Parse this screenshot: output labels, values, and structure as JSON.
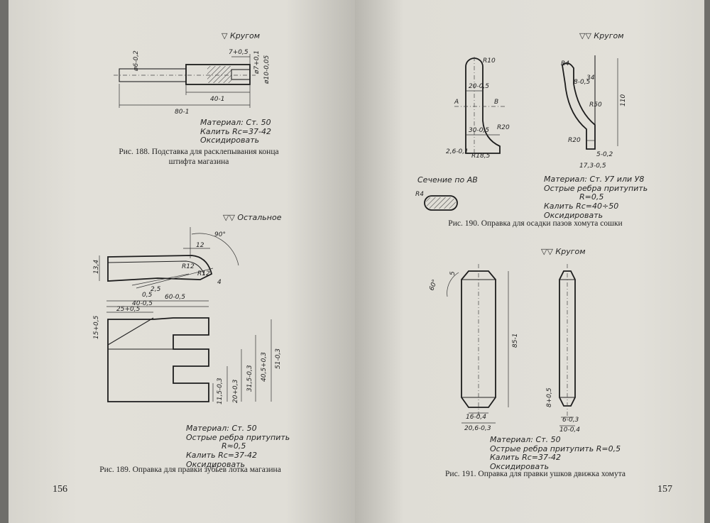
{
  "pages": {
    "left_number": "156",
    "right_number": "157"
  },
  "fig188": {
    "finish": "▽ Кругом",
    "caption": "Рис. 188. Подставка для расклепывания конца штифта магазина",
    "notes": [
      "Материал: Ст. 50",
      "Калить Rc=37-42",
      "Оксидировать"
    ],
    "dims": [
      "ø6-0,2",
      "7+0,5",
      "40-1",
      "80-1",
      "ø7+0,1",
      "ø10-0,05"
    ]
  },
  "fig189": {
    "finish": "▽▽ Остальное",
    "caption": "Рис. 189. Оправка для правки зубьев лотка магазина",
    "notes": [
      "Материал: Ст. 50",
      "Острые ребра притупить",
      "R≈0,5",
      "Калить Rc=37-42",
      "Оксидировать"
    ],
    "dims": [
      "90°",
      "12",
      "13,4",
      "R12",
      "R12",
      "2,5",
      "0,5",
      "40-0,5",
      "25+0,5",
      "60-0,5",
      "15+0,5",
      "11,5-0,3",
      "20+0,3",
      "31,5-0,3",
      "40,5+0,3",
      "51-0,3",
      "4"
    ]
  },
  "fig190": {
    "finish": "▽▽ Кругом",
    "caption": "Рис. 190. Оправка для осадки пазов хомута сошки",
    "section_label": "Сечение по АВ",
    "notes": [
      "Материал: Ст. У7 или У8",
      "Острые ребра притупить",
      "R=0,5",
      "Калить Rc=40÷50",
      "Оксидировать"
    ],
    "dims": [
      "R10",
      "20-0,5",
      "A",
      "B",
      "30-0,5",
      "R20",
      "2,6-0,1",
      "R18,5",
      "R4",
      "R4",
      "8-0,5",
      "34",
      "R50",
      "110",
      "R20",
      "5-0,2",
      "17,3-0,5"
    ]
  },
  "fig191": {
    "finish": "▽▽ Кругом",
    "caption": "Рис. 191. Оправка для правки ушков движка хомута",
    "notes": [
      "Материал: Ст. 50",
      "Острые ребра притупить R=0,5",
      "Калить Rc=37-42",
      "Оксидировать"
    ],
    "dims": [
      "60°",
      "5",
      "85-1",
      "16-0,4",
      "20,6-0,3",
      "8+0,5",
      "6-0,3",
      "10-0,4"
    ]
  }
}
